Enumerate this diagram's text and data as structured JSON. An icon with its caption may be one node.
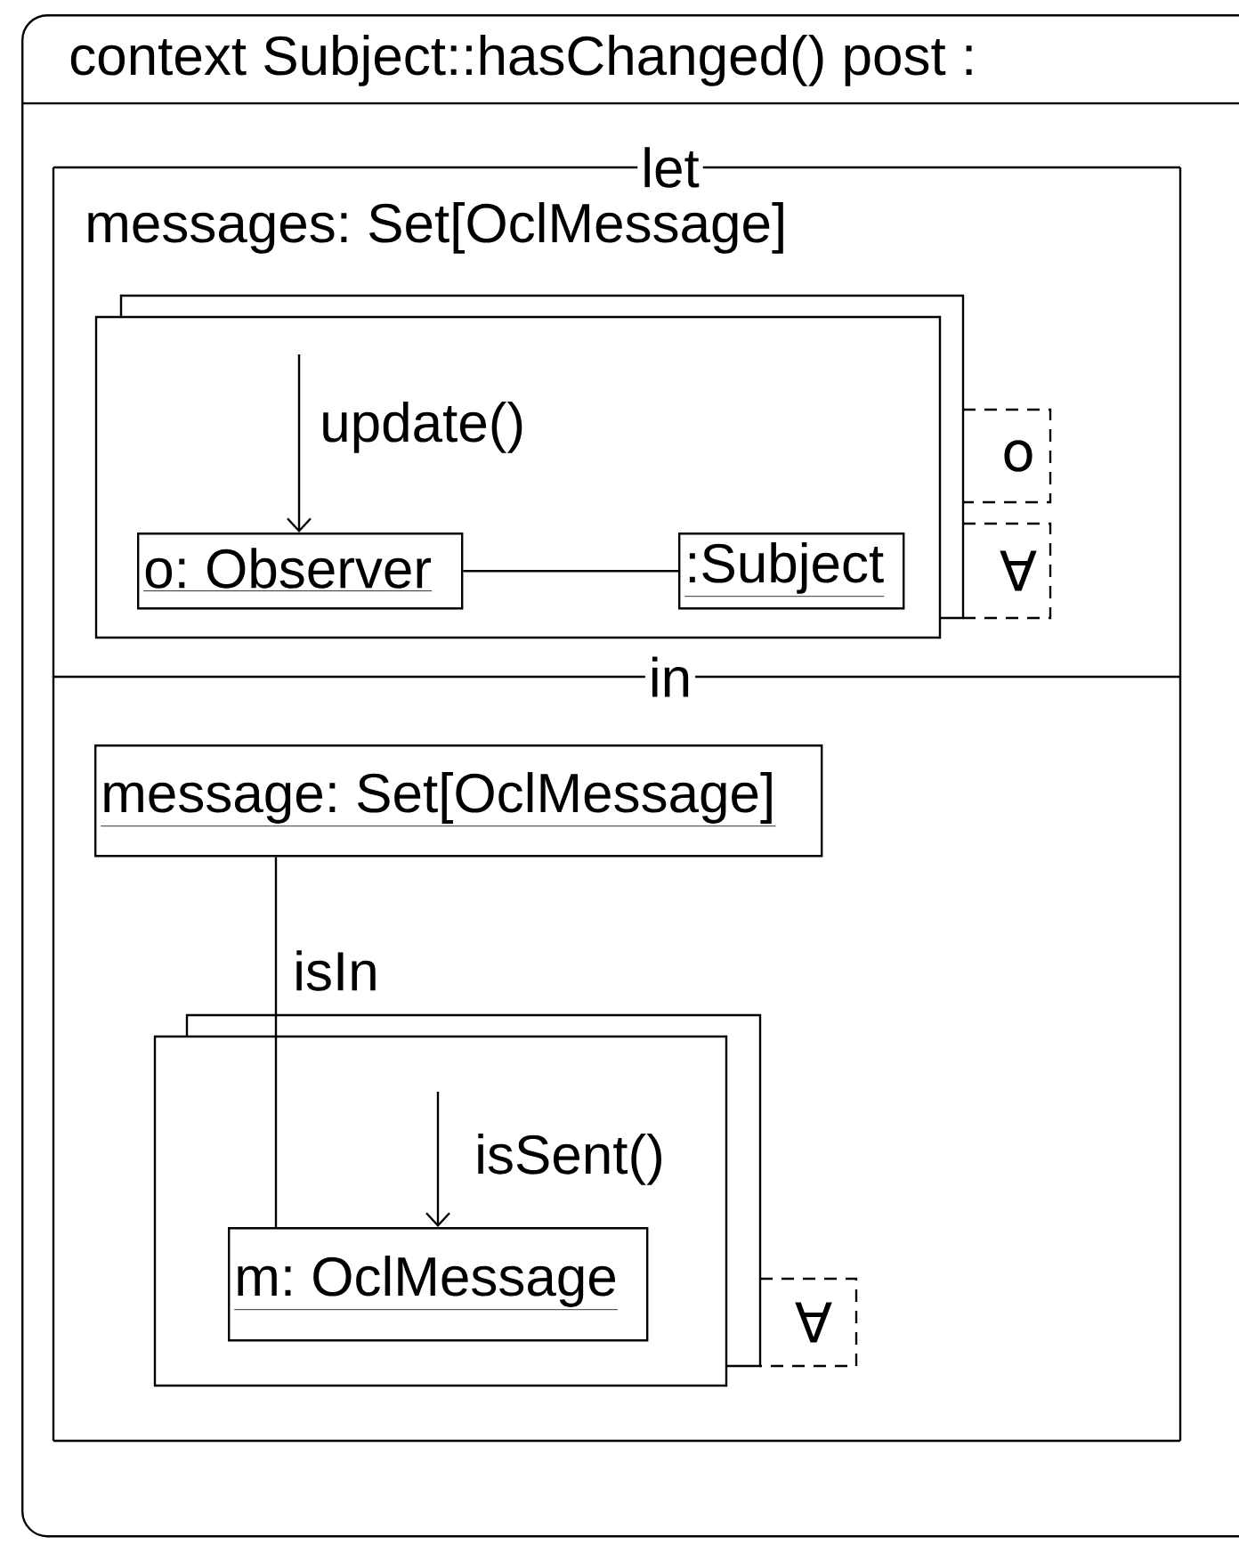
{
  "diagram": {
    "nodes": [
      {
        "text": [
          "context Subject::hasChanged() post :"
        ]
      },
      {
        "text": [
          "let",
          "messages: Set[OclMessage]"
        ],
        "in": 0
      },
      {
        "text": [
          "in"
        ],
        "in": 0
      },
      {
        "text": [],
        "shape": "box",
        "in": 1,
        "beside": [
          "o",
          "∀"
        ]
      },
      {
        "text": [
          "o: Observer"
        ],
        "in": 3
      },
      {
        "text": [
          ":Subject"
        ],
        "in": 3
      },
      {
        "text": [
          "message: Set[OclMessage]"
        ],
        "in": 2
      },
      {
        "text": [],
        "shape": "box",
        "in": 2,
        "beside": [
          "∀"
        ]
      },
      {
        "text": [
          "m: OclMessage"
        ],
        "in": 7
      }
    ],
    "edges": [
      {
        "from": null,
        "to": 4,
        "arrow": "to",
        "label": "update()"
      },
      {
        "from": 4,
        "to": 5,
        "arrow": "none"
      },
      {
        "from": 6,
        "to": 8,
        "arrow": "none",
        "label": "isIn"
      },
      {
        "from": null,
        "to": 8,
        "arrow": "to",
        "label": "isSent()"
      }
    ]
  }
}
